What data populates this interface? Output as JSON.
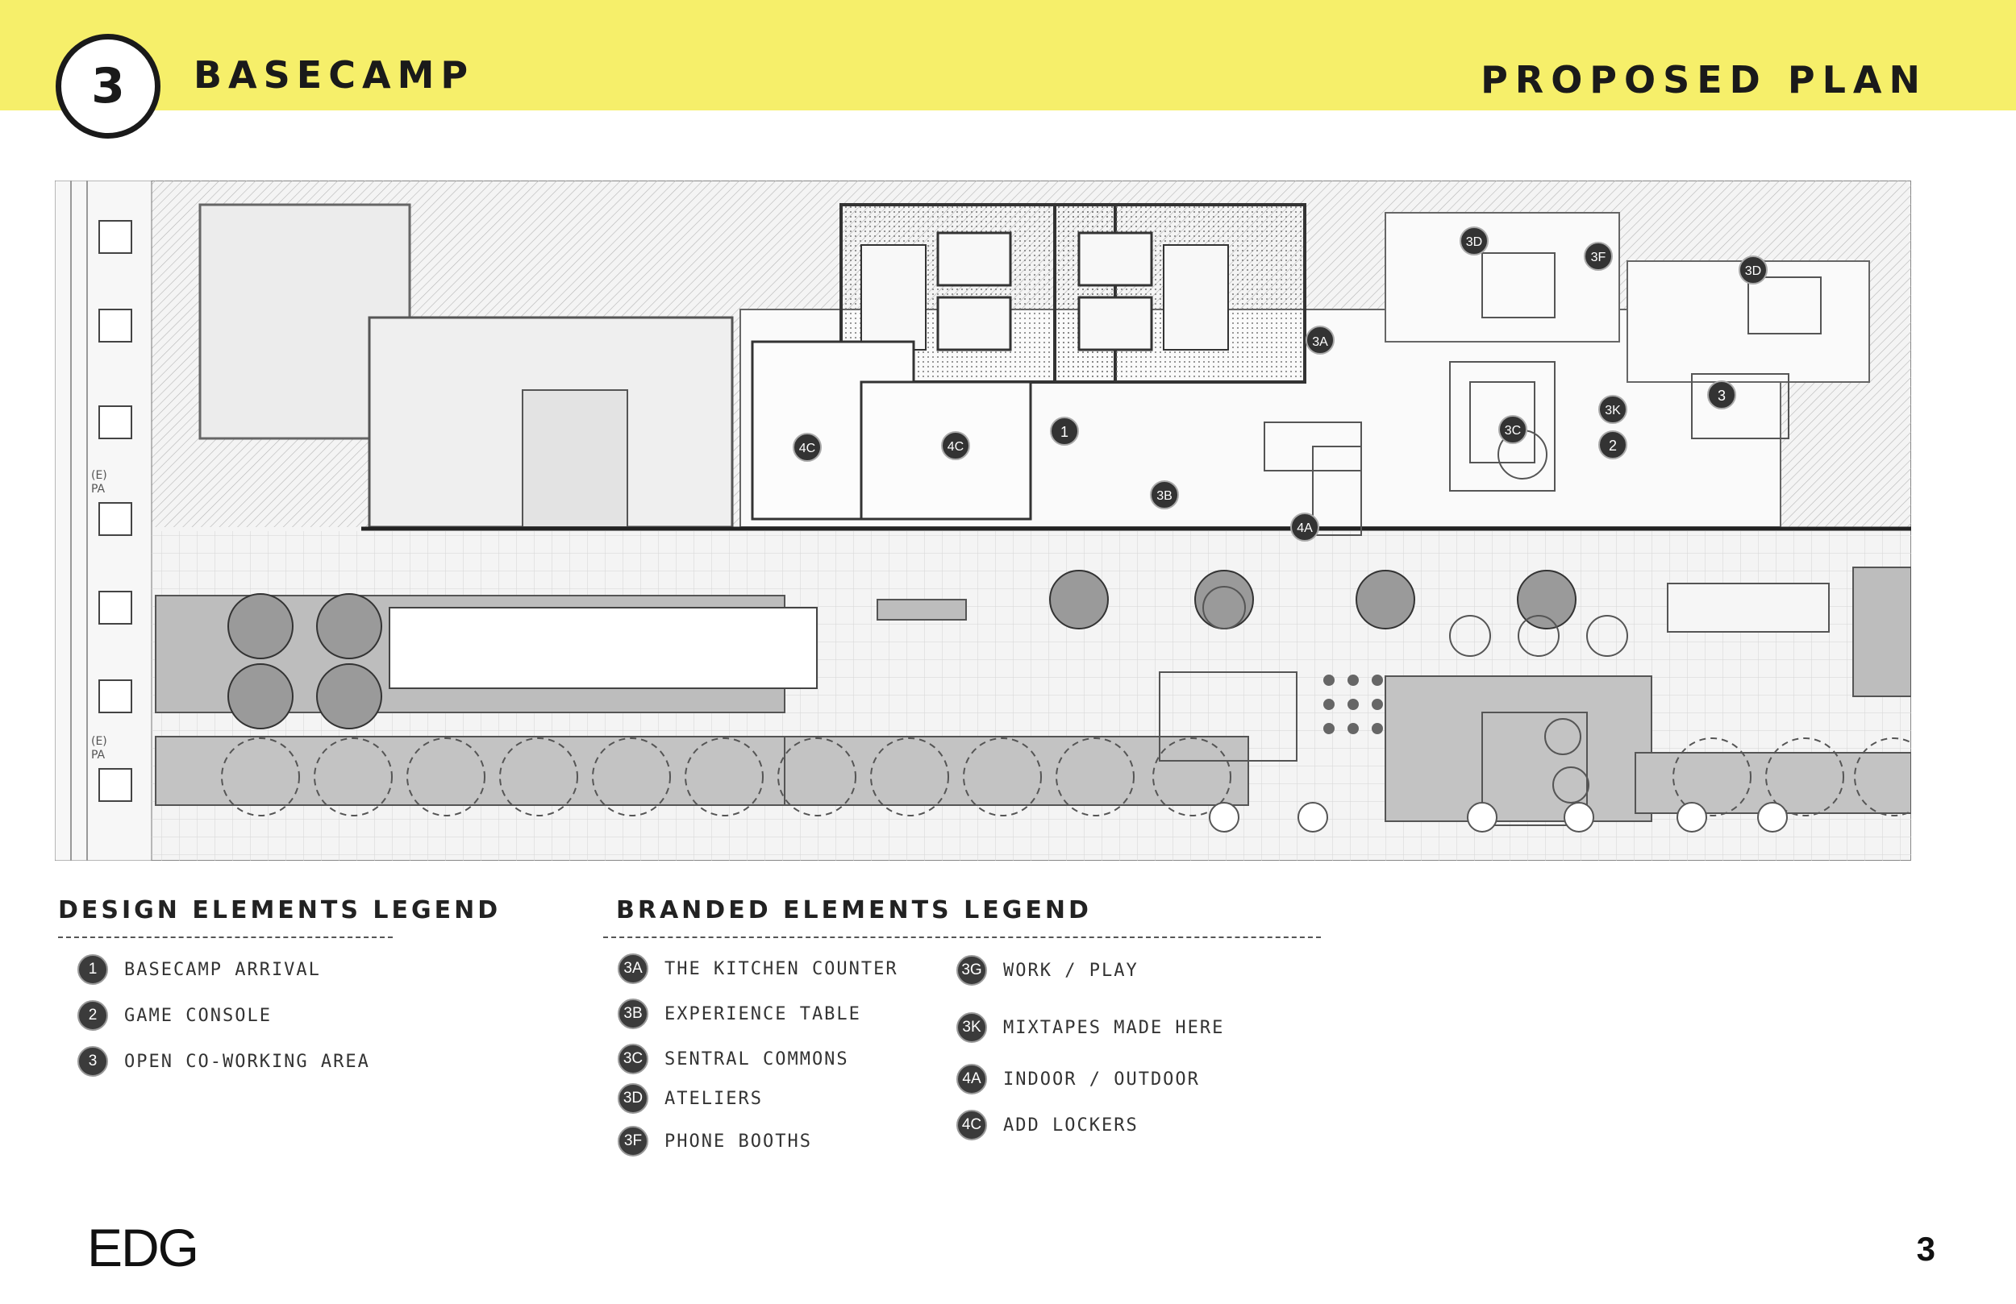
{
  "header": {
    "section_number": "3",
    "section_title": "BASECAMP",
    "plan_title": "PROPOSED PLAN",
    "accent_color": "#f6ef6a"
  },
  "plan_markers": [
    {
      "code": "1"
    },
    {
      "code": "2"
    },
    {
      "code": "3"
    },
    {
      "code": "3A"
    },
    {
      "code": "3B"
    },
    {
      "code": "3C"
    },
    {
      "code": "3D"
    },
    {
      "code": "3D"
    },
    {
      "code": "3F"
    },
    {
      "code": "3K"
    },
    {
      "code": "4A"
    },
    {
      "code": "4C"
    },
    {
      "code": "4C"
    }
  ],
  "plan_labels": {
    "pa_top": "(E)\nPA",
    "pa_bottom": "(E)\nPA"
  },
  "design_legend": {
    "title": "DESIGN ELEMENTS LEGEND",
    "items": [
      {
        "code": "1",
        "label": "BASECAMP ARRIVAL"
      },
      {
        "code": "2",
        "label": "GAME CONSOLE"
      },
      {
        "code": "3",
        "label": "OPEN CO-WORKING AREA"
      }
    ]
  },
  "branded_legend": {
    "title": "BRANDED ELEMENTS LEGEND",
    "col1": [
      {
        "code": "3A",
        "label": "THE KITCHEN COUNTER"
      },
      {
        "code": "3B",
        "label": "EXPERIENCE TABLE"
      },
      {
        "code": "3C",
        "label": "SENTRAL COMMONS"
      },
      {
        "code": "3D",
        "label": "ATELIERS"
      },
      {
        "code": "3F",
        "label": "PHONE BOOTHS"
      }
    ],
    "col2": [
      {
        "code": "3G",
        "label": "WORK / PLAY"
      },
      {
        "code": "3K",
        "label": "MIXTAPES MADE HERE"
      },
      {
        "code": "4A",
        "label": "INDOOR / OUTDOOR"
      },
      {
        "code": "4C",
        "label": "ADD LOCKERS"
      }
    ]
  },
  "footer": {
    "logo": "EDG",
    "page_number": "3"
  }
}
